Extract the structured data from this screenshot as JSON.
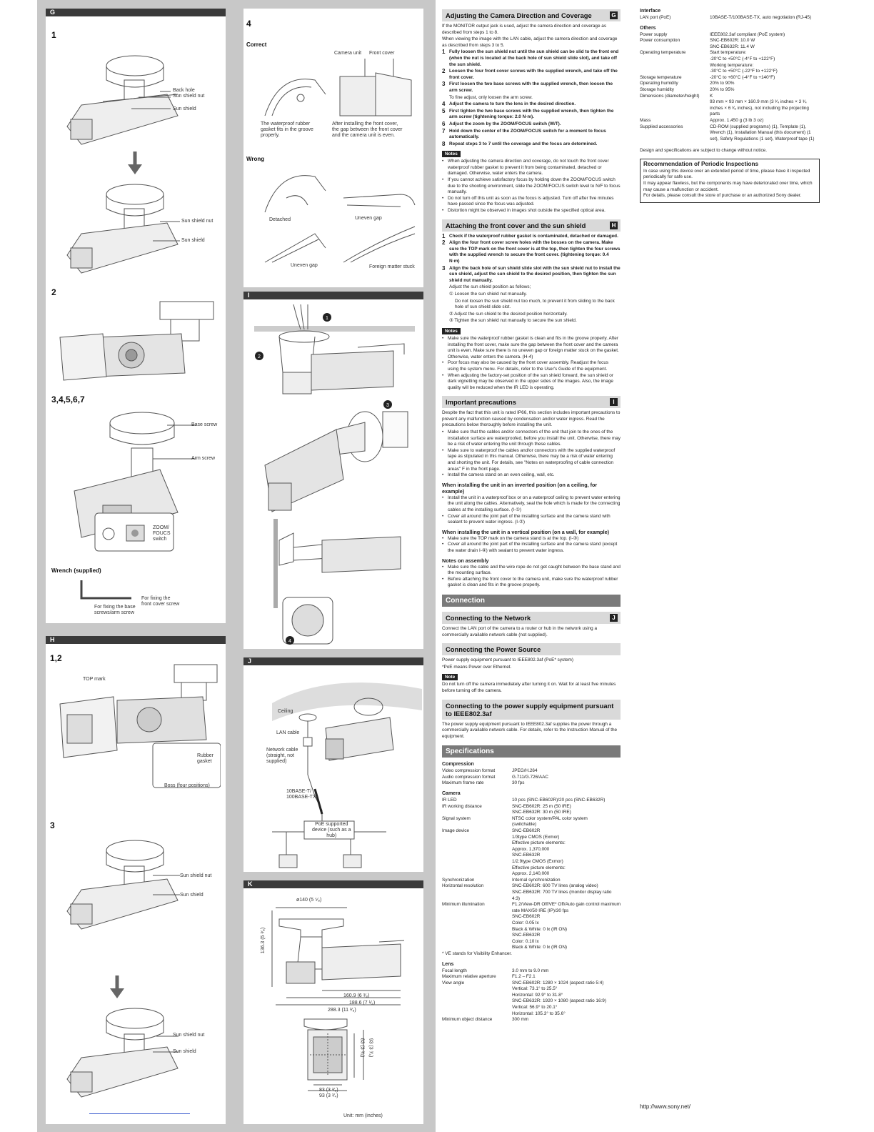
{
  "panels": {
    "G": {
      "letter": "G",
      "steps": [
        "1",
        "2",
        "3,4,5,6,7"
      ],
      "labels": {
        "back_hole": "Back hole",
        "sun_shield_nut": "Sun shield nut",
        "sun_shield": "Sun shield",
        "base_screw": "Base screw",
        "arm_screw": "Arm screw",
        "zoom_focus": "ZOOM/\nFOUCS\nswitch",
        "wrench": "Wrench (supplied)",
        "for_base": "For fixing the base\nscrews/arm screw",
        "for_front": "For fixing the\nfront cover screw"
      }
    },
    "H": {
      "letter": "H",
      "steps": [
        "1,2",
        "3"
      ],
      "labels": {
        "top_mark": "TOP mark",
        "rubber_gasket": "Rubber\ngasket",
        "boss": "Boss (four positions)",
        "sun_shield_nut": "Sun shield nut",
        "sun_shield": "Sun shield"
      }
    },
    "G4": {
      "step": "4",
      "correct": "Correct",
      "wrong": "Wrong",
      "labels": {
        "camera_unit": "Camera unit",
        "front_cover": "Front cover",
        "gasket_fits": "The waterproof rubber\ngasket fits in the groove\nproperly.",
        "after_install": "After installing the front cover,\nthe gap between the front cover\nand the camera unit is even.",
        "detached": "Detached",
        "uneven_gap": "Uneven gap",
        "uneven_gap2": "Uneven gap",
        "foreign": "Foreign matter stuck"
      }
    },
    "I": {
      "letter": "I",
      "markers": [
        "1",
        "2",
        "3",
        "4"
      ]
    },
    "J": {
      "letter": "J",
      "labels": {
        "ceiling": "Ceiling",
        "lan_cable": "LAN cable",
        "network_cable": "Network cable\n(straight, not\nsupplied)",
        "base": "10BASE-T/\n100BASE-TX",
        "poe": "PoE supported\ndevice (such as a\nhub)"
      }
    },
    "K": {
      "letter": "K",
      "labels": {
        "d140": "ø140 (5 ⁵⁄₈)",
        "h1363": "136.3 (5 ³⁄₈)",
        "l1609": "160.9 (6 ³⁄₈)",
        "l1886": "188.6 (7 ¹⁄₂)",
        "l2883": "288.3 (11 ³⁄₈)",
        "w83": "83 (3 ³⁄₈)",
        "w93": "93 (3 ³⁄₄)",
        "h83": "83 (3 ³⁄₈)",
        "h93": "93 (3 ³⁄₄)",
        "unit": "Unit: mm (inches)"
      }
    }
  },
  "col3": {
    "adjust": {
      "title": "Adjusting the Camera Direction and Coverage",
      "tag": "G",
      "intro1": "If the MONITOR output jack is used, adjust the camera direction and coverage as described from steps 1 to 8.",
      "intro2": "When viewing the image with the LAN cable, adjust the camera direction and coverage as described from steps 3 to 5.",
      "steps": [
        {
          "n": "1",
          "t": "Fully loosen the sun shield nut until the sun shield can be slid to the front end (when the nut is located at the back hole of sun shield slide slot), and take off the sun shield."
        },
        {
          "n": "2",
          "t": "Loosen the four front cover screws with the supplied wrench, and take off the front cover."
        },
        {
          "n": "3",
          "t": "First loosen the two base screws with the supplied wrench, then loosen the arm screw."
        },
        {
          "n": "4",
          "t": "Adjust the camera to turn the lens in the desired direction."
        },
        {
          "n": "5",
          "t": "First tighten the two base screws with the supplied wrench, then tighten the arm screw (tightening torque: 2.0 N·m)."
        },
        {
          "n": "6",
          "t": "Adjust the zoom by the ZOOM/FOCUS switch (W/T)."
        },
        {
          "n": "7",
          "t": "Hold down the center of the ZOOM/FOCUS switch for a moment to focus automatically."
        },
        {
          "n": "8",
          "t": "Repeat steps 3 to 7 until the coverage and the focus are determined."
        }
      ],
      "fine": "To fine adjust, only loosen the arm screw.",
      "notes_label": "Notes",
      "notes": [
        "When adjusting the camera direction and coverage, do not touch the front cover waterproof rubber gasket to prevent it from being contaminated, detached or damaged. Otherwise, water enters the camera.",
        "If you cannot achieve satisfactory focus by holding down the ZOOM/FOCUS switch due to the shooting environment, slide the ZOOM/FOCUS switch level to N/F to focus manually.",
        "Do not turn off this unit as soon as the focus is adjusted. Turn off after five minutes have passed since the focus was adjusted.",
        "Distortion might be observed in images shot outside the specified optical area."
      ]
    },
    "attach": {
      "title": "Attaching the front cover and the sun shield",
      "tag": "H",
      "steps": [
        {
          "n": "1",
          "t": "Check if the waterproof rubber gasket is contaminated, detached or damaged."
        },
        {
          "n": "2",
          "t": "Align the four front cover screw holes with the bosses on the camera. Make sure the TOP mark on the front cover is at the top, then tighten the four screws with the supplied wrench to secure the front cover. (tightening torque: 0.4 N·m)"
        },
        {
          "n": "3",
          "t": "Align the back hole of sun shield slide slot with the sun shield nut to install the sun shield, adjust the sun shield to the desired position, then tighten the sun shield nut manually."
        }
      ],
      "adjust_as": "Adjust the sun shield position as follows;",
      "sub1": "① Loosen the sun shield nut manually.",
      "sub1b": "Do not loosen the sun shield nut too much, to prevent it from sliding to the back hole of sun shield slide slot.",
      "sub2": "② Adjust the sun shield to the desired position horizontally.",
      "sub3": "③ Tighten the sun shield nut manually to secure the sun shield.",
      "notes_label": "Notes",
      "notes": [
        "Make sure the waterproof rubber gasket is clean and fits in the groove properly. After installing the front cover, make sure the gap between the front cover and the camera unit is even. Make sure there is no uneven gap or foreign matter stuck on the gasket. Otherwise, water enters the camera. (H-4)",
        "Poor focus may also be caused by the front cover assembly. Readjust the focus using the system menu. For details, refer to the User's Guide of the equipment.",
        "When adjusting the factory-set position of the sun shield forward, the sun shield or dark vignetting may be observed in the upper sides of the images. Also, the image quality will be reduced when the IR LED is operating."
      ]
    },
    "precautions": {
      "title": "Important precautions",
      "tag": "I",
      "intro": "Despite the fact that this unit is rated IP66, this section includes important precautions to prevent any malfunction caused by condensation and/or water ingress. Read the precautions below thoroughly before installing the unit.",
      "bullets": [
        "Make sure that the cables and/or connectors of the unit that join to the ones of the installation surface are waterproofed, before you install the unit. Otherwise, there may be a risk of water entering the unit through these cables.",
        "Make sure to waterproof the cables and/or connectors with the supplied waterproof tape as stipulated in this manual. Otherwise, there may be a risk of water entering and shorting the unit. For details, see \"Notes on waterproofing of cable connection areas\" F in the front page.",
        "Install the camera stand on an even ceiling, wall, etc."
      ],
      "inverted_title": "When installing the unit in an inverted position (on a ceiling, for example)",
      "inverted": [
        "Install the unit in a waterproof box or on a waterproof ceiling to prevent water entering the unit along the cables. Alternatively, seal the hole which is made for the connecting cables at the installing surface. (I-①)",
        "Cover all around the joint part of the installing surface and the camera stand with sealant to prevent water ingress. (I-②)"
      ],
      "vertical_title": "When installing the unit in a vertical position (on a wall, for example)",
      "vertical": [
        "Make sure the TOP mark on the camera stand is at the top. (I-③)",
        "Cover all around the joint part of the installing surface and the camera stand (except the water drain I-④) with sealant to prevent water ingress."
      ],
      "assembly_title": "Notes on assembly",
      "assembly": [
        "Make sure the cable and the wire rope do not get caught between the base stand and the mounting surface.",
        "Before attaching the front cover to the camera unit, make sure the waterproof rubber gasket is clean and fits in the groove properly."
      ]
    },
    "connection": {
      "title": "Connection",
      "net_title": "Connecting to the Network",
      "net_tag": "J",
      "net_text": "Connect the LAN port of the camera to a router or hub in the network using a commercially available network cable (not supplied).",
      "power_title": "Connecting the Power Source",
      "power_text1": "Power supply equipment pursuant to IEEE802.3af (PoE* system)",
      "power_text2": "*PoE means Power over Ethernet.",
      "note_label": "Note",
      "note_text": "Do not turn off the camera immediately after turning it on. Wait for at least five minutes before turning off the camera.",
      "ieee_title": "Connecting to the power supply equipment pursuant to IEEE802.3af",
      "ieee_text": "The power supply equipment pursuant to IEEE802.3af supplies the power through a commercially available network cable. For details, refer to the Instruction Manual of the equipment."
    },
    "specs": {
      "title": "Specifications",
      "compression_title": "Compression",
      "compression": [
        {
          "k": "Video compression format",
          "v": "JPEG/H.264"
        },
        {
          "k": "Audio compression format",
          "v": "G.711/G.726/AAC"
        },
        {
          "k": "Maximum frame rate",
          "v": "30 fps"
        }
      ],
      "camera_title": "Camera",
      "camera": [
        {
          "k": "IR LED",
          "v": "10 pcs (SNC-EB602R)/20 pcs (SNC-EB632R)"
        },
        {
          "k": "IR working distance",
          "v": "SNC-EB602R: 25 m (50 IRE)\nSNC-EB632R: 30 m (50 IRE)"
        },
        {
          "k": "Signal system",
          "v": "NTSC color system/PAL color system\n(switchable)"
        },
        {
          "k": "Image device",
          "v": "SNC-EB602R\n1/3type CMOS (Exmor)\nEffective picture elements:\nApprox. 1,370,000\nSNC-EB632R\n1/2.9type CMOS (Exmor)\nEffective picture elements:\nApprox. 2,140,000"
        },
        {
          "k": "Synchronization",
          "v": "Internal synchronization"
        },
        {
          "k": "Horizontal resolution",
          "v": "SNC-EB602R: 600 TV lines (analog video)\nSNC-EB632R: 700 TV lines (monitor display ratio 4:3)"
        },
        {
          "k": "Minimum illumination",
          "v": "F1.2/View-DR Off/VE* Off/Auto gain control maximum rate MAX/50 IRE (IP)/30 fps\nSNC-EB602R\nColor: 0.05 lx\nBlack & White: 0 lx (IR ON)\nSNC-EB632R\nColor: 0.10 lx\nBlack & White: 0 lx (IR ON)"
        }
      ],
      "ve_note": "* VE stands for Visibility Enhancer.",
      "lens_title": "Lens",
      "lens": [
        {
          "k": "Focal length",
          "v": "3.0 mm to 9.0 mm"
        },
        {
          "k": "Maximum relative aperture",
          "v": "F1.2 – F2.1"
        },
        {
          "k": "View angle",
          "v": "SNC-EB602R: 1280 × 1024 (aspect ratio 5:4)\nVertical: 73.1° to 25.5°\nHorizontal: 92.9° to 31.8°\nSNC-EB632R: 1920 × 1080 (aspect ratio 16:9)\nVertical: 56.9° to 20.1°\nHorizontal: 105.3° to 35.6°"
        },
        {
          "k": "Minimum object distance",
          "v": "300 mm"
        }
      ]
    }
  },
  "col4": {
    "interface_title": "Interface",
    "interface": [
      {
        "k": "LAN port (PoE)",
        "v": "10BASE-T/100BASE-TX, auto negotiation (RJ-45)"
      }
    ],
    "others_title": "Others",
    "others": [
      {
        "k": "Power supply",
        "v": "IEEE802.3af compliant (PoE system)"
      },
      {
        "k": "Power consumption",
        "v": "SNC-EB602R: 10.0 W\nSNC-EB632R: 11.4 W"
      },
      {
        "k": "Operating temperature",
        "v": "Start temperature:\n-20°C to +50°C (-4°F to +122°F)\nWorking temperature:\n-30°C to +50°C (-22°F to +122°F)"
      },
      {
        "k": "Storage temperature",
        "v": "-20°C to +60°C (-4°F to +140°F)"
      },
      {
        "k": "Operating humidity",
        "v": "20% to 90%"
      },
      {
        "k": "Storage humidity",
        "v": "20% to 95%"
      },
      {
        "k": "Dimensions (diameter/height)",
        "v": "K\n93 mm × 93 mm × 160.9 mm (3 ³⁄₄ inches × 3 ³⁄₄ inches × 6 ³⁄₈ inches), not including the projecting parts"
      },
      {
        "k": "Mass",
        "v": "Approx. 1,450 g (3 lb 3 oz)"
      },
      {
        "k": "Supplied accessories",
        "v": "CD-ROM (supplied programs) (1), Template (1), Wrench (1), Installation Manual (this document) (1 set), Safety Regulations (1 set), Waterproof tape (1)"
      }
    ],
    "design_note": "Design and specifications are subject to change without notice.",
    "rec_title": "Recommendation of Periodic Inspections",
    "rec_text": "In case using this device over an extended period of time, please have it inspected periodically for safe use.\nIt may appear flawless, but the components may have deteriorated over time, which may cause a malfunction or accident.\nFor details, please consult the store of purchase or an authorized Sony dealer.",
    "url": "http://www.sony.net/"
  },
  "colors": {
    "gutter": "#c8c8c8",
    "bar": "#3a3a3a",
    "header": "#d9d9d9",
    "bighead": "#7a7a7a"
  }
}
